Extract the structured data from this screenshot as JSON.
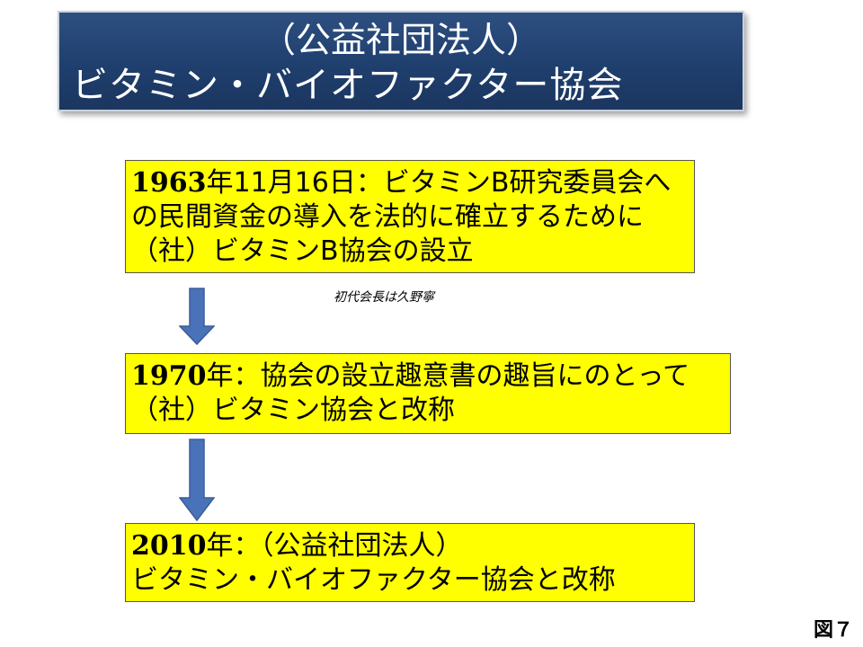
{
  "title": {
    "line1": "（公益社団法人）",
    "line2": "ビタミン・バイオファクター協会"
  },
  "events": [
    {
      "year": "1963",
      "lines": [
        "年11月16日：ビタミンB研究委員会へ",
        "の民間資金の導入を法的に確立するために",
        "（社）ビタミンB協会の設立"
      ]
    },
    {
      "year": "1970",
      "lines": [
        "年：協会の設立趣意書の趣旨にのとって",
        "（社）ビタミン協会と改称"
      ]
    },
    {
      "year": "2010",
      "lines": [
        "年：（公益社団法人）",
        "ビタミン・バイオファクター協会と改称"
      ]
    }
  ],
  "note": "初代会長は久野寧",
  "figure_label": "図７",
  "colors": {
    "title_background": "#1f3f6e",
    "box_background": "#ffff00",
    "arrow": "#4a72b8"
  }
}
